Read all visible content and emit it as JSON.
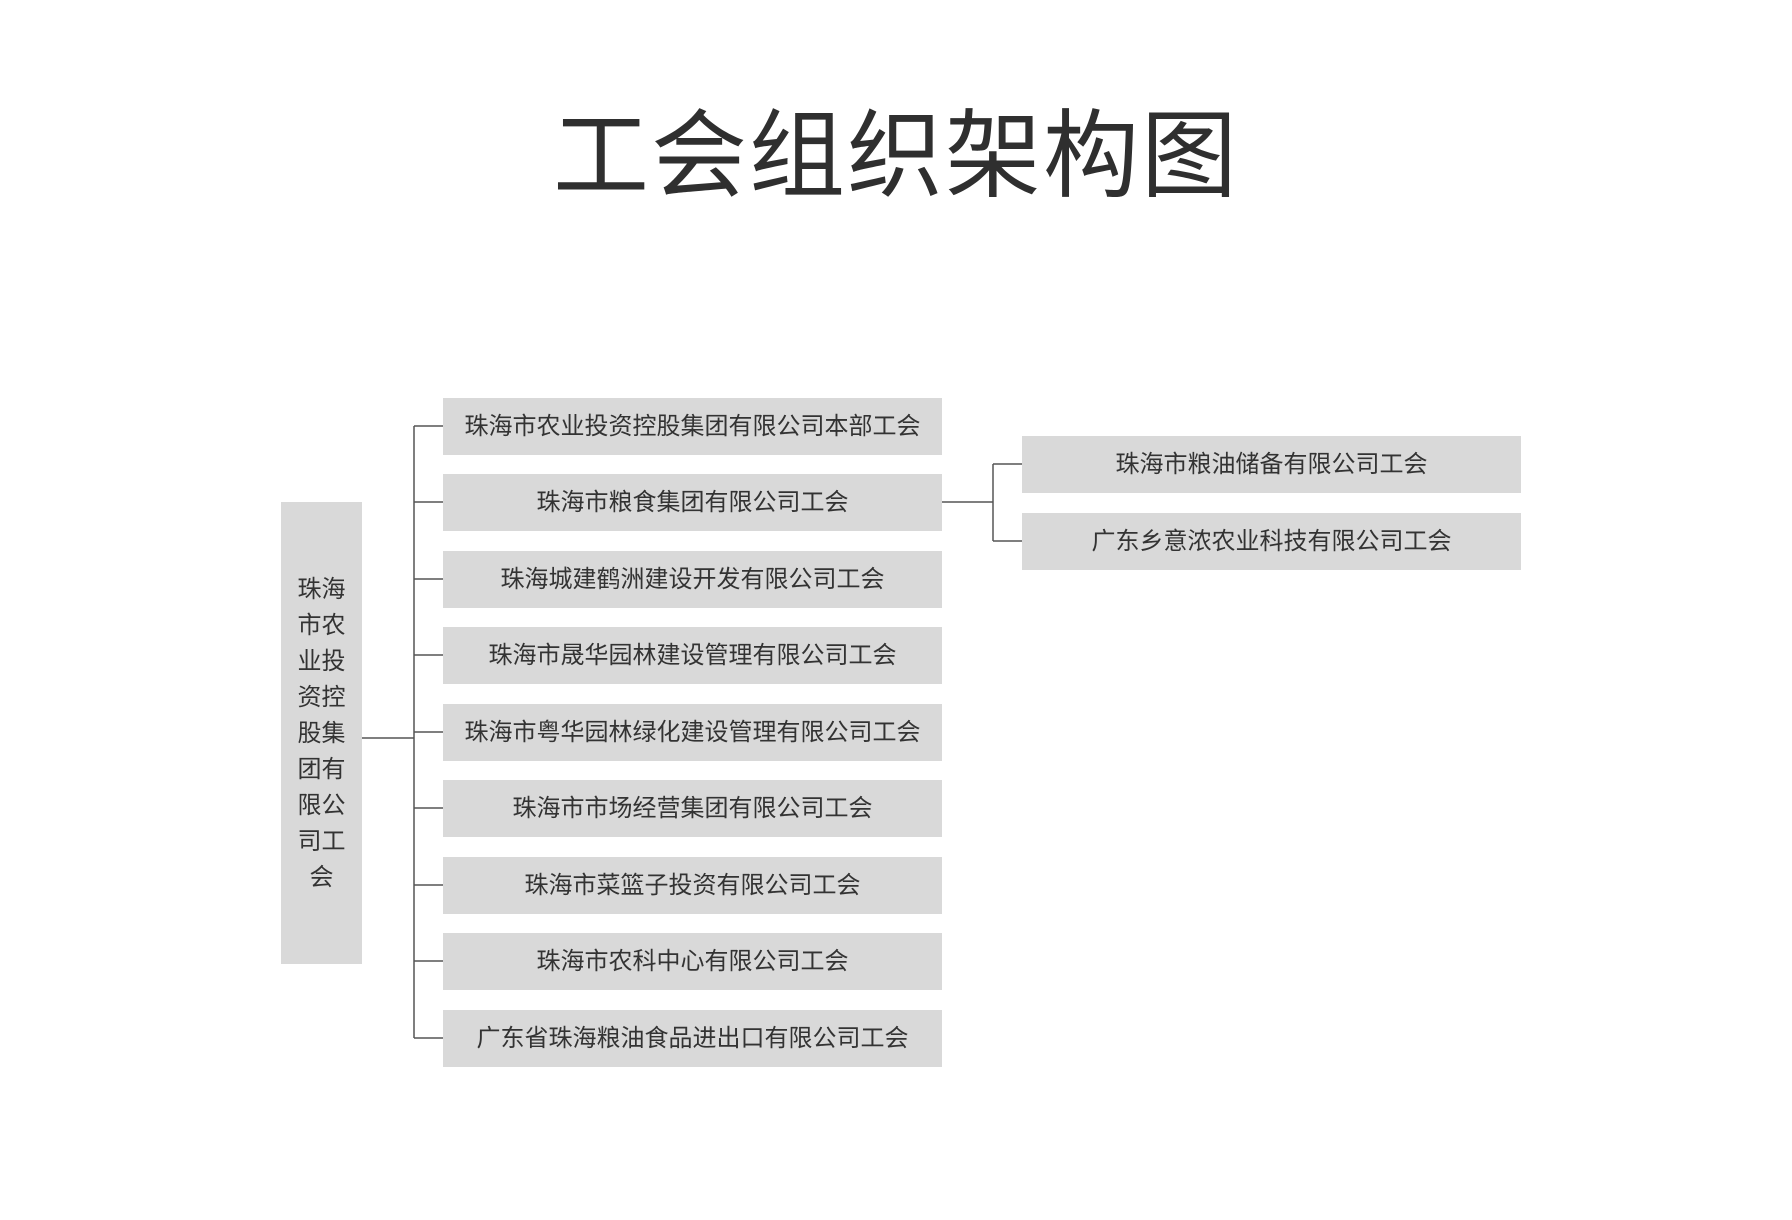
{
  "title": "工会组织架构图",
  "root": {
    "label": "珠海市农业投资控股集团有限公司工会"
  },
  "level1": [
    {
      "label": "珠海市农业投资控股集团有限公司本部工会"
    },
    {
      "label": "珠海市粮食集团有限公司工会"
    },
    {
      "label": "珠海城建鹤洲建设开发有限公司工会"
    },
    {
      "label": "珠海市晟华园林建设管理有限公司工会"
    },
    {
      "label": "珠海市粤华园林绿化建设管理有限公司工会"
    },
    {
      "label": "珠海市市场经营集团有限公司工会"
    },
    {
      "label": "珠海市菜篮子投资有限公司工会"
    },
    {
      "label": "珠海市农科中心有限公司工会"
    },
    {
      "label": "广东省珠海粮油食品进出口有限公司工会"
    }
  ],
  "level2": [
    {
      "label": "珠海市粮油储备有限公司工会"
    },
    {
      "label": "广东乡意浓农业科技有限公司工会"
    }
  ],
  "colors": {
    "box_fill": "#d9d9d9",
    "line": "#555555",
    "text": "#333333"
  }
}
